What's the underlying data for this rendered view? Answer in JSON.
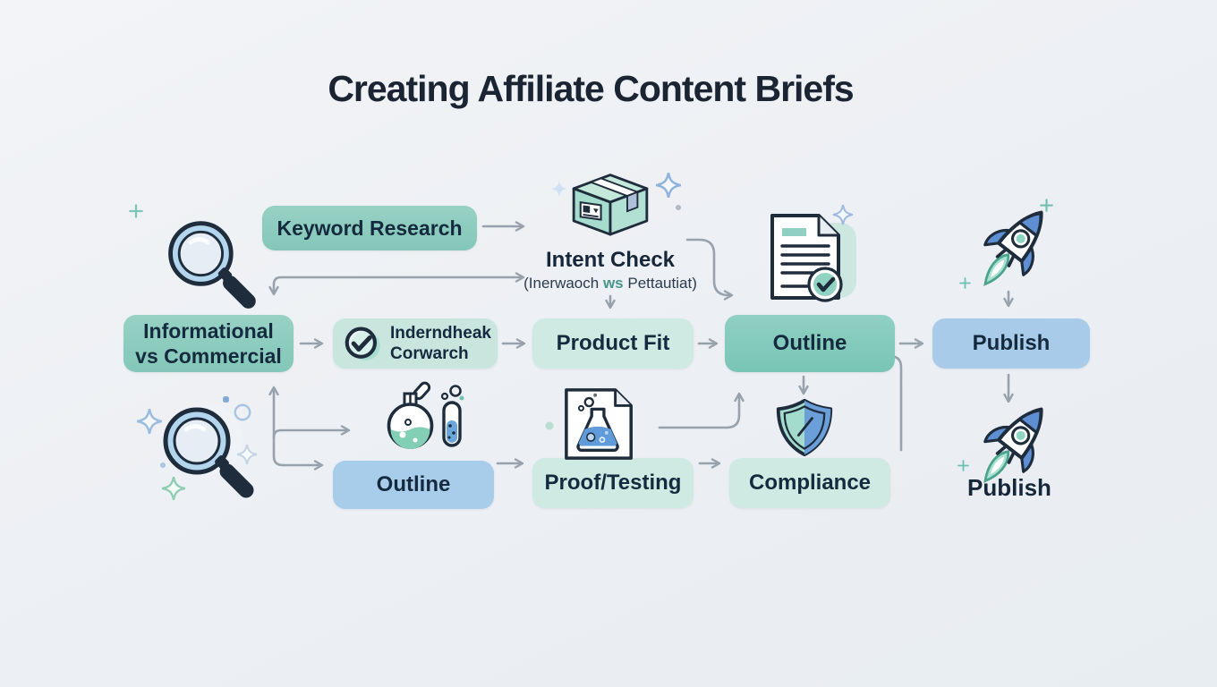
{
  "title": "Creating Affiliate Content Briefs",
  "flow": {
    "keyword_research": "Keyword Research",
    "intent_check": {
      "title": "Intent Check",
      "subtitle_open": "(Inerwaoch ",
      "subtitle_vs": "ws",
      "subtitle_close": " Pettautiat)"
    },
    "informational": {
      "line1": "Informational",
      "line2": "vs Commercial"
    },
    "intermediate": {
      "line1": "Inderndheak",
      "line2": "Corwarch"
    },
    "product_fit": "Product Fit",
    "outline_mid": "Outline",
    "publish_top": "Publish",
    "outline_bottom": "Outline",
    "proof_testing": "Proof/Testing",
    "compliance": "Compliance",
    "publish_bottom": "Publish"
  },
  "icons": [
    "magnifier-icon",
    "package-box-icon",
    "document-check-icon",
    "rocket-icon",
    "check-circle-icon",
    "flask-beaker-icon",
    "paper-flask-icon",
    "shield-icon",
    "sparkle-icon"
  ],
  "colors": {
    "background": "#edf0f4",
    "teal_box": "#86c8ba",
    "mint_box": "#cde9e2",
    "blue_box": "#a7cce9",
    "navy_text": "#1c2a3a",
    "arrow": "#97a2ac",
    "subtitle_vs_accent": "#46958a",
    "rocket_blue": "#5e8fd2",
    "flame_mint": "#a9e2d2"
  }
}
